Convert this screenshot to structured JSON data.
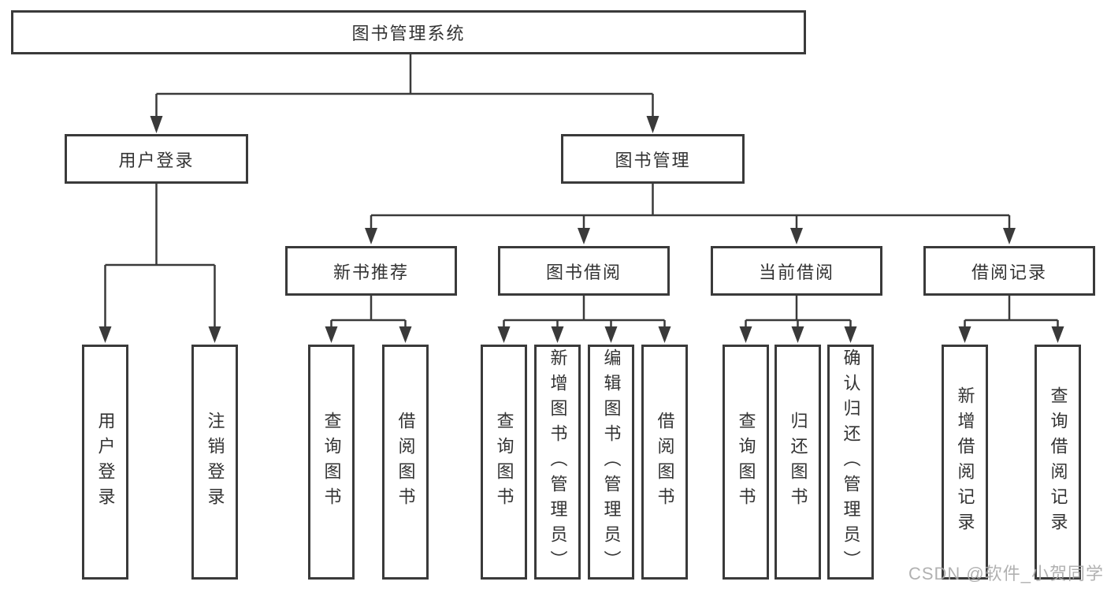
{
  "diagram_title": "图书管理系统",
  "watermark": "CSDN @软件_小贺同学",
  "colors": {
    "line": "#3a3a3a",
    "text": "#333333",
    "watermark": "#a9a9a9",
    "background": "#ffffff"
  },
  "tree": {
    "label": "图书管理系统",
    "children": [
      {
        "label": "用户登录",
        "children": [
          {
            "label": "用户登录"
          },
          {
            "label": "注销登录"
          }
        ]
      },
      {
        "label": "图书管理",
        "children": [
          {
            "label": "新书推荐",
            "children": [
              {
                "label": "查询图书"
              },
              {
                "label": "借阅图书"
              }
            ]
          },
          {
            "label": "图书借阅",
            "children": [
              {
                "label": "查询图书"
              },
              {
                "label": "新增图书（管理员）"
              },
              {
                "label": "编辑图书（管理员）"
              },
              {
                "label": "借阅图书"
              }
            ]
          },
          {
            "label": "当前借阅",
            "children": [
              {
                "label": "查询图书"
              },
              {
                "label": "归还图书"
              },
              {
                "label": "确认归还（管理员）"
              }
            ]
          },
          {
            "label": "借阅记录",
            "children": [
              {
                "label": "新增借阅记录"
              },
              {
                "label": "查询借阅记录"
              }
            ]
          }
        ]
      }
    ]
  }
}
